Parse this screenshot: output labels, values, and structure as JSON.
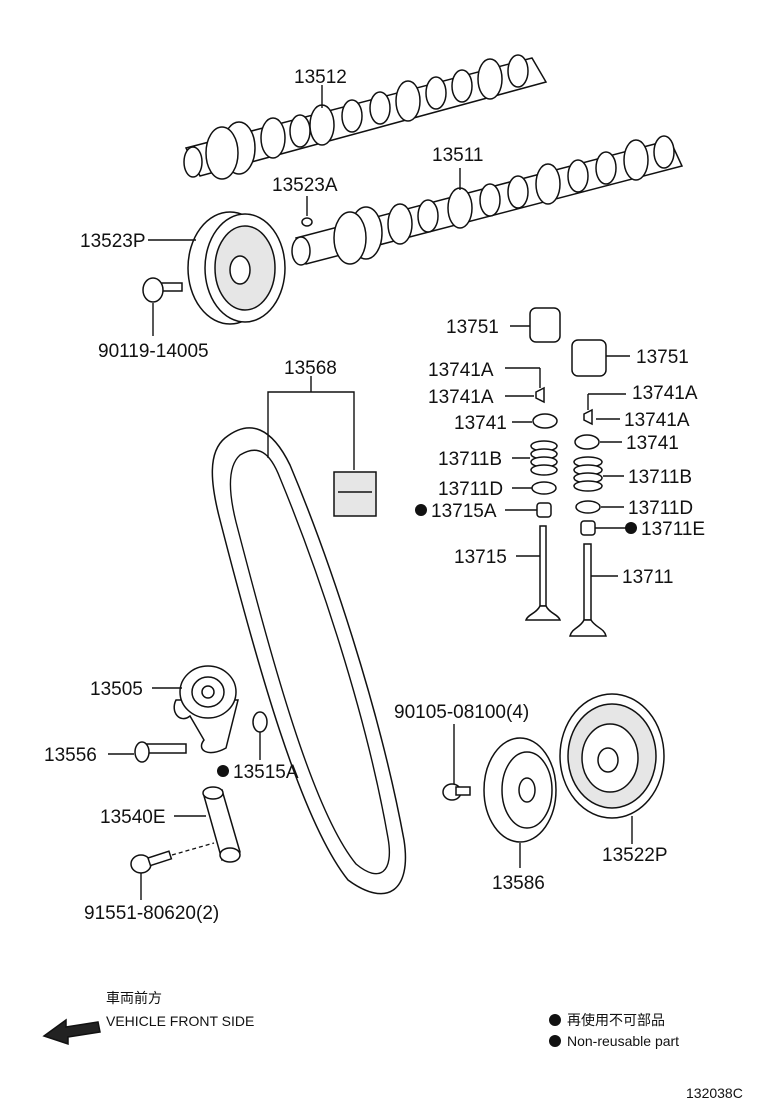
{
  "labels": {
    "camshaft_exhaust": "13512",
    "camshaft_intake": "13511",
    "knock_pin": "13523A",
    "cam_pulley": "13523P",
    "bolt_cam_pulley": "90119-14005",
    "timing_belt": "13568",
    "lifter_left": "13751",
    "lifter_right": "13751",
    "keeper_a1": "13741A",
    "keeper_a2": "13741A",
    "retainer_left": "13741",
    "spring_left": "13711B",
    "seat_left": "13711D",
    "oil_seal_left": "13715A",
    "exhaust_valve": "13715",
    "keeper_b1": "13741A",
    "keeper_b2": "13741A",
    "retainer_right": "13741",
    "spring_right": "13711B",
    "seat_right": "13711D",
    "oil_seal_right": "13711E",
    "intake_valve": "13711",
    "idler_pulley": "13505",
    "idler_bolt": "13556",
    "idler_washer": "13515A",
    "tensioner": "13540E",
    "tensioner_bolt": "91551-80620(2)",
    "crank_bolt": "90105-08100(4)",
    "crank_pulley": "13586",
    "crank_timing_pulley": "13522P"
  },
  "direction": {
    "jp": "車両前方",
    "en": "VEHICLE FRONT SIDE"
  },
  "legend": {
    "jp": "再使用不可部品",
    "en": "Non-reusable part"
  },
  "figure_id": "132038C"
}
